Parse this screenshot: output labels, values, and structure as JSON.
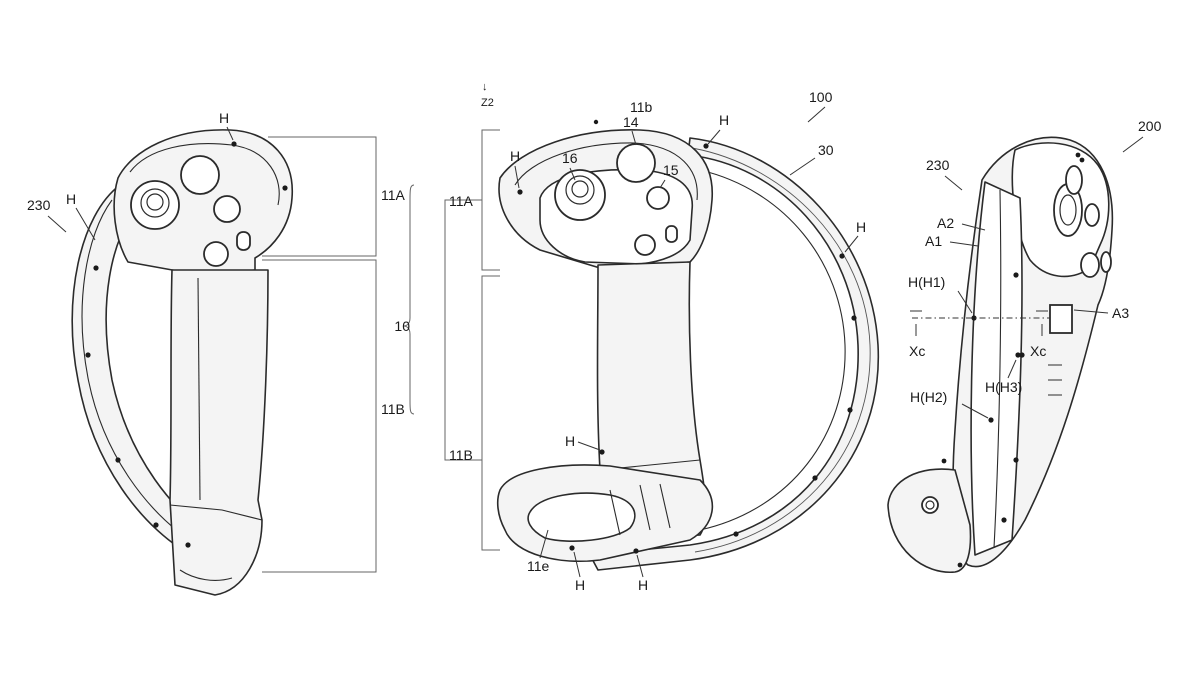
{
  "labels": {
    "h": "H",
    "l11A": "11A",
    "l11B": "11B",
    "l10": "10",
    "l230": "230",
    "l100": "100",
    "l30": "30",
    "l11b": "11b",
    "l14": "14",
    "l15": "15",
    "l16": "16",
    "l11e": "11e",
    "lz2": "Z2",
    "l200": "200",
    "lA1": "A1",
    "lA2": "A2",
    "lA3": "A3",
    "lH1": "H(H1)",
    "lH2": "H(H2)",
    "lH3": "H(H3)",
    "lXc": "Xc"
  }
}
